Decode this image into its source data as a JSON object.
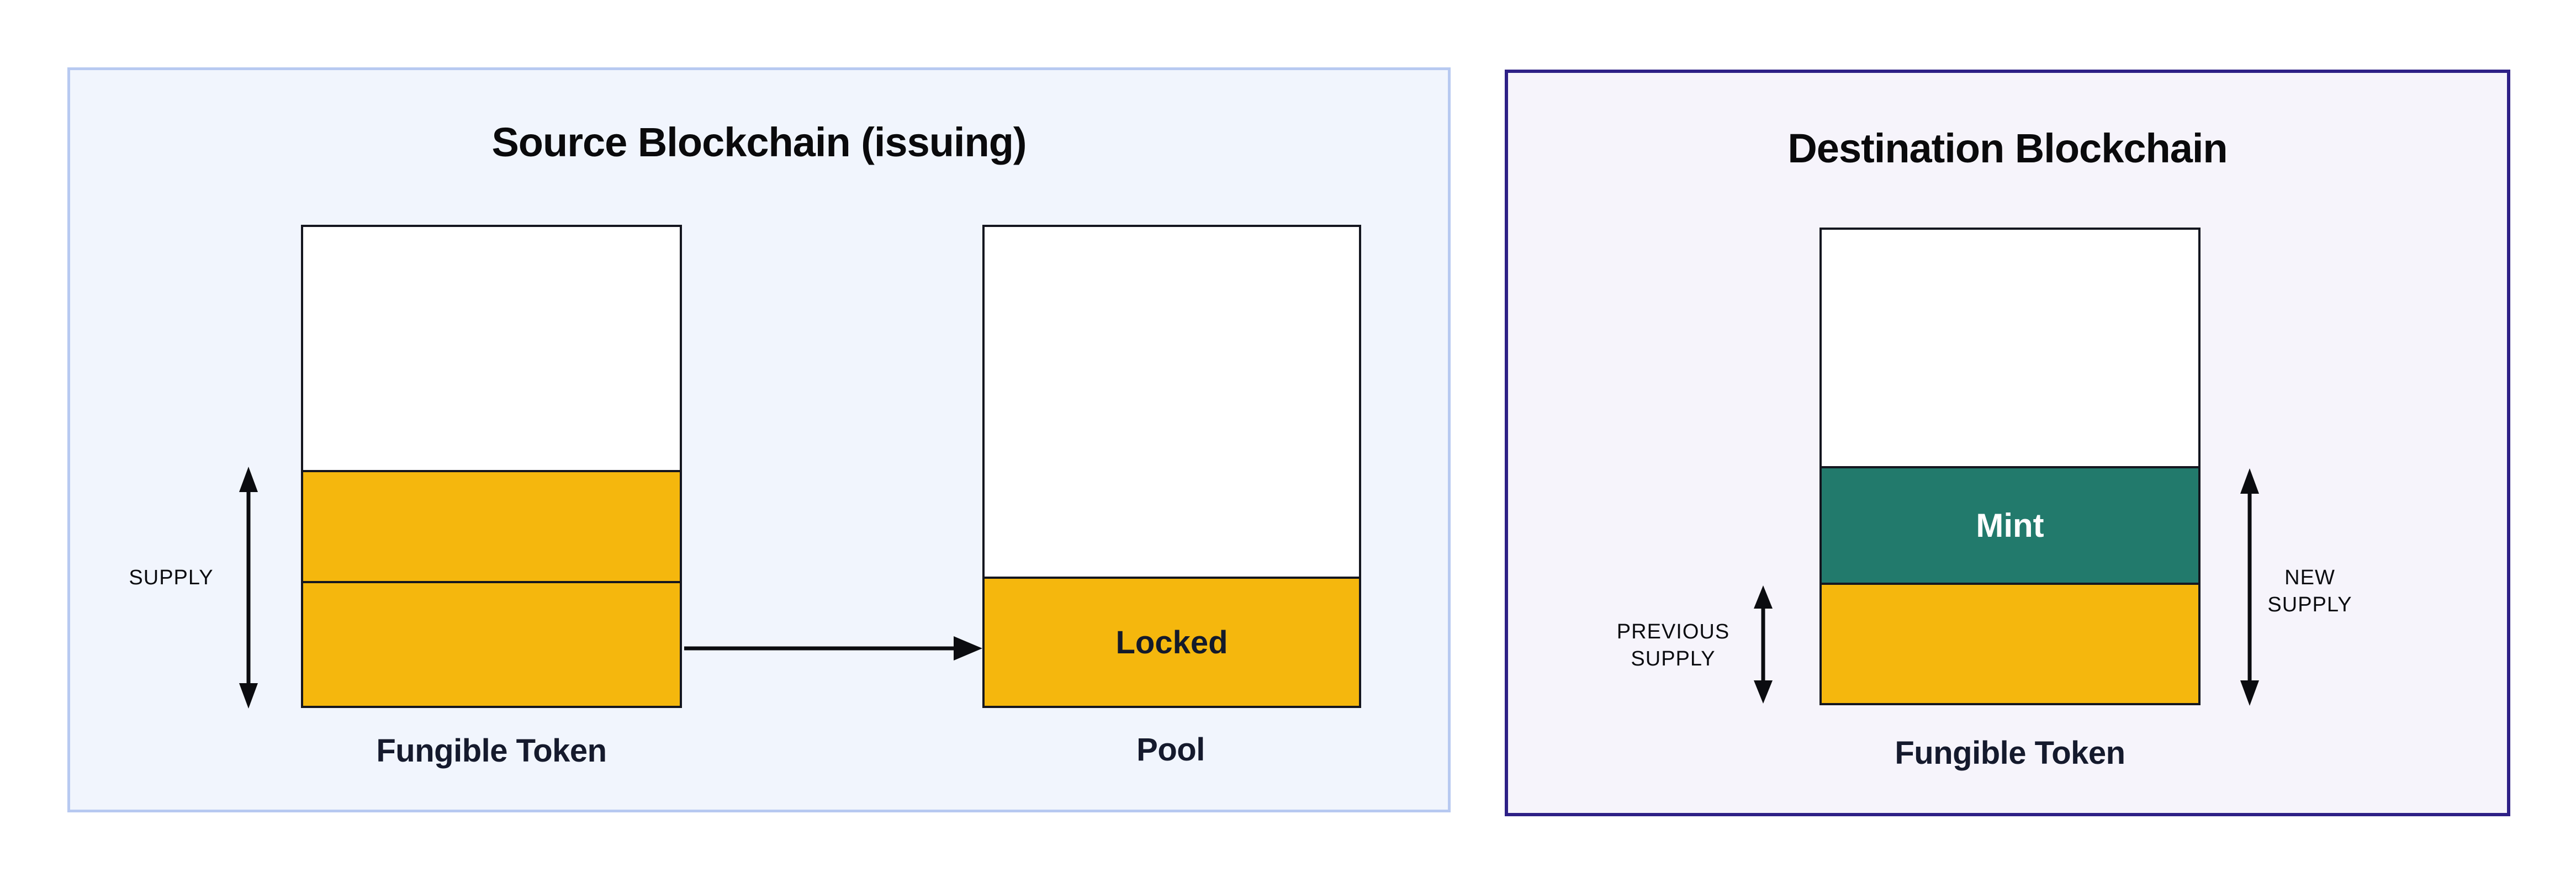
{
  "source_panel": {
    "title": "Source Blockchain (issuing)",
    "supply_label": "SUPPLY",
    "token_bar": {
      "caption": "Fungible Token"
    },
    "pool_bar": {
      "locked_label": "Locked",
      "caption": "Pool"
    }
  },
  "destination_panel": {
    "title": "Destination Blockchain",
    "previous_supply": {
      "line1": "PREVIOUS",
      "line2": "SUPPLY"
    },
    "new_supply": {
      "line1": "NEW",
      "line2": "SUPPLY"
    },
    "token_bar": {
      "mint_label": "Mint",
      "caption": "Fungible Token"
    }
  },
  "colors": {
    "token_yellow": "#F5B70D",
    "mint_teal": "#227A6C",
    "bar_outline": "#14161F",
    "source_panel_background": "#F1F5FD",
    "source_panel_border": "#B7C9F1",
    "destination_panel_background": "#F6F4FB",
    "destination_panel_border": "#2E2086",
    "label_navy": "#151A2D"
  }
}
